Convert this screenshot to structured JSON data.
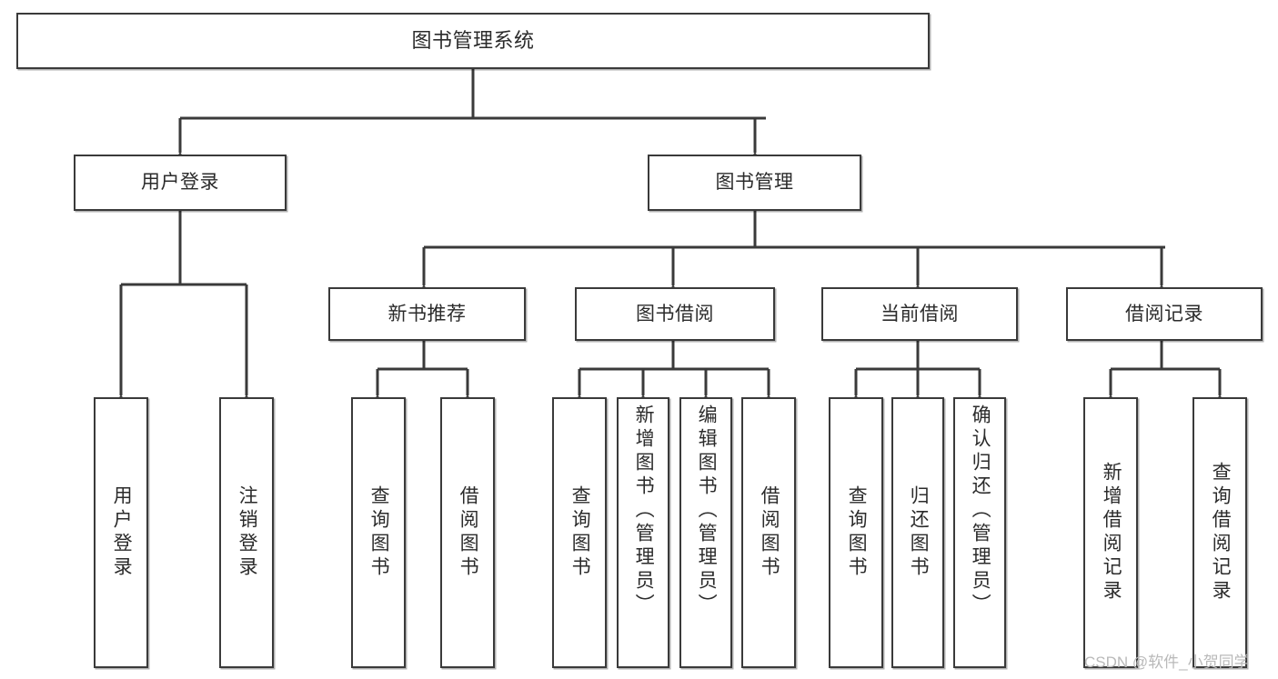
{
  "diagram": {
    "title": "图书管理系统",
    "type": "functional-structure-tree",
    "watermark": "CSDN @软件_小贺同学",
    "colors": {
      "background": "#ffffff",
      "node_border": "#3a3a3a",
      "node_fill": "#ffffff",
      "connector": "#3a3a3a",
      "text": "#2b2b2b",
      "watermark": "#b9b9b9"
    },
    "levels": {
      "root": {
        "label": "图书管理系统"
      },
      "level2": [
        {
          "label": "用户登录"
        },
        {
          "label": "图书管理"
        }
      ],
      "level3": [
        {
          "label": "新书推荐"
        },
        {
          "label": "图书借阅"
        },
        {
          "label": "当前借阅"
        },
        {
          "label": "借阅记录"
        }
      ],
      "leaves": {
        "user_login": [
          {
            "label": "用户登录"
          },
          {
            "label": "注销登录"
          }
        ],
        "new_book_recommend": [
          {
            "label": "查询图书"
          },
          {
            "label": "借阅图书"
          }
        ],
        "book_borrow": [
          {
            "label": "查询图书"
          },
          {
            "label": "新增图书（管理员）"
          },
          {
            "label": "编辑图书（管理员）"
          },
          {
            "label": "借阅图书"
          }
        ],
        "current_borrow": [
          {
            "label": "查询图书"
          },
          {
            "label": "归还图书"
          },
          {
            "label": "确认归还（管理员）"
          }
        ],
        "borrow_records": [
          {
            "label": "新增借阅记录"
          },
          {
            "label": "查询借阅记录"
          }
        ]
      }
    }
  }
}
